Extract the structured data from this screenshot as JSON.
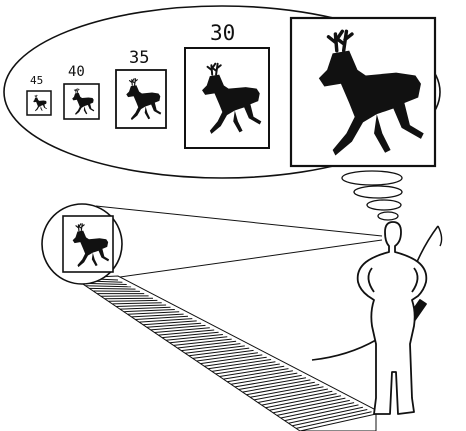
{
  "thought_bubble": {
    "distance_labels": [
      "45",
      "40",
      "35",
      "30"
    ],
    "frame_count": 5
  },
  "colors": {
    "ink": "#111111",
    "paper": "#ffffff"
  },
  "icons": {
    "figure": "archer-figure-icon",
    "animal": "deer-silhouette-icon"
  }
}
